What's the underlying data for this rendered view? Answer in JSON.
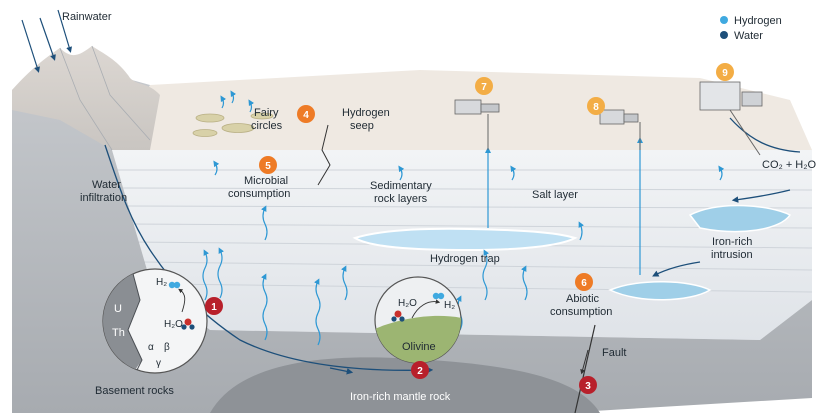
{
  "legend": {
    "hydrogen_label": "Hydrogen",
    "water_label": "Water",
    "hydrogen_color": "#3fa9e0",
    "water_color": "#1d4f7a"
  },
  "colors": {
    "surface": "#efe9e2",
    "sediment": "#e9ecf0",
    "basement": "#b8bcc2",
    "mantle": "#8e9297",
    "hydrogen_arrow": "#2e98d4",
    "water_arrow": "#1d4f7a",
    "badge_red": "#b8202b",
    "badge_orange": "#ee7b26",
    "badge_yellow": "#f3ad45"
  },
  "labels": {
    "rainwater": "Rainwater",
    "water_infiltration_1": "Water",
    "water_infiltration_2": "infiltration",
    "fairy_circles_1": "Fairy",
    "fairy_circles_2": "circles",
    "hydrogen_seep_1": "Hydrogen",
    "hydrogen_seep_2": "seep",
    "microbial_1": "Microbial",
    "microbial_2": "consumption",
    "sedimentary_1": "Sedimentary",
    "sedimentary_2": "rock layers",
    "salt_layer": "Salt layer",
    "hydrogen_trap": "Hydrogen trap",
    "co2_h2o": "CO₂ + H₂O",
    "iron_intrusion_1": "Iron-rich",
    "iron_intrusion_2": "intrusion",
    "abiotic_1": "Abiotic",
    "abiotic_2": "consumption",
    "fault": "Fault",
    "basement_rocks": "Basement rocks",
    "mantle_rock": "Iron-rich mantle rock",
    "olivine": "Olivine"
  },
  "radiolysis_inset": {
    "u": "U",
    "th": "Th",
    "h2": "H₂",
    "h2o": "H₂O",
    "alpha": "α",
    "beta": "β",
    "gamma": "γ"
  },
  "serpentinization_inset": {
    "h2o": "H₂O",
    "h2": "H₂"
  },
  "badges": [
    "1",
    "2",
    "3",
    "4",
    "5",
    "6",
    "7",
    "8",
    "9"
  ]
}
